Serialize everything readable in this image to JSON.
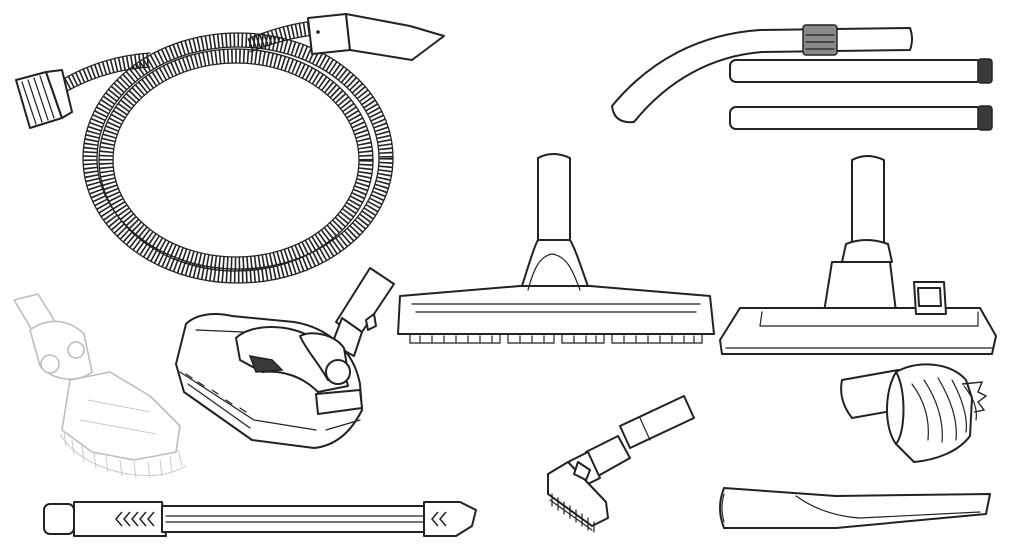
{
  "accessories": [
    {
      "id": "flexible-hose",
      "icon": "hose-icon"
    },
    {
      "id": "curved-wand",
      "icon": "wand-icon"
    },
    {
      "id": "extension-tube-1",
      "icon": "tube-icon"
    },
    {
      "id": "extension-tube-2",
      "icon": "tube-icon"
    },
    {
      "id": "hard-floor-brush",
      "icon": "floor-brush-icon"
    },
    {
      "id": "combination-floor-tool",
      "icon": "floor-tool-icon"
    },
    {
      "id": "upholstery-nozzle",
      "icon": "upholstery-icon"
    },
    {
      "id": "turbo-brush",
      "icon": "turbo-brush-icon"
    },
    {
      "id": "round-dusting-brush",
      "icon": "dusting-brush-icon"
    },
    {
      "id": "flexible-crevice-tool",
      "icon": "crevice-tool-icon"
    },
    {
      "id": "mini-brush-with-adapter",
      "icon": "mini-brush-icon"
    },
    {
      "id": "crevice-nozzle",
      "icon": "crevice-nozzle-icon"
    }
  ],
  "colors": {
    "outline": "#222222",
    "faded": "#bdbdbd",
    "background": "#ffffff"
  }
}
